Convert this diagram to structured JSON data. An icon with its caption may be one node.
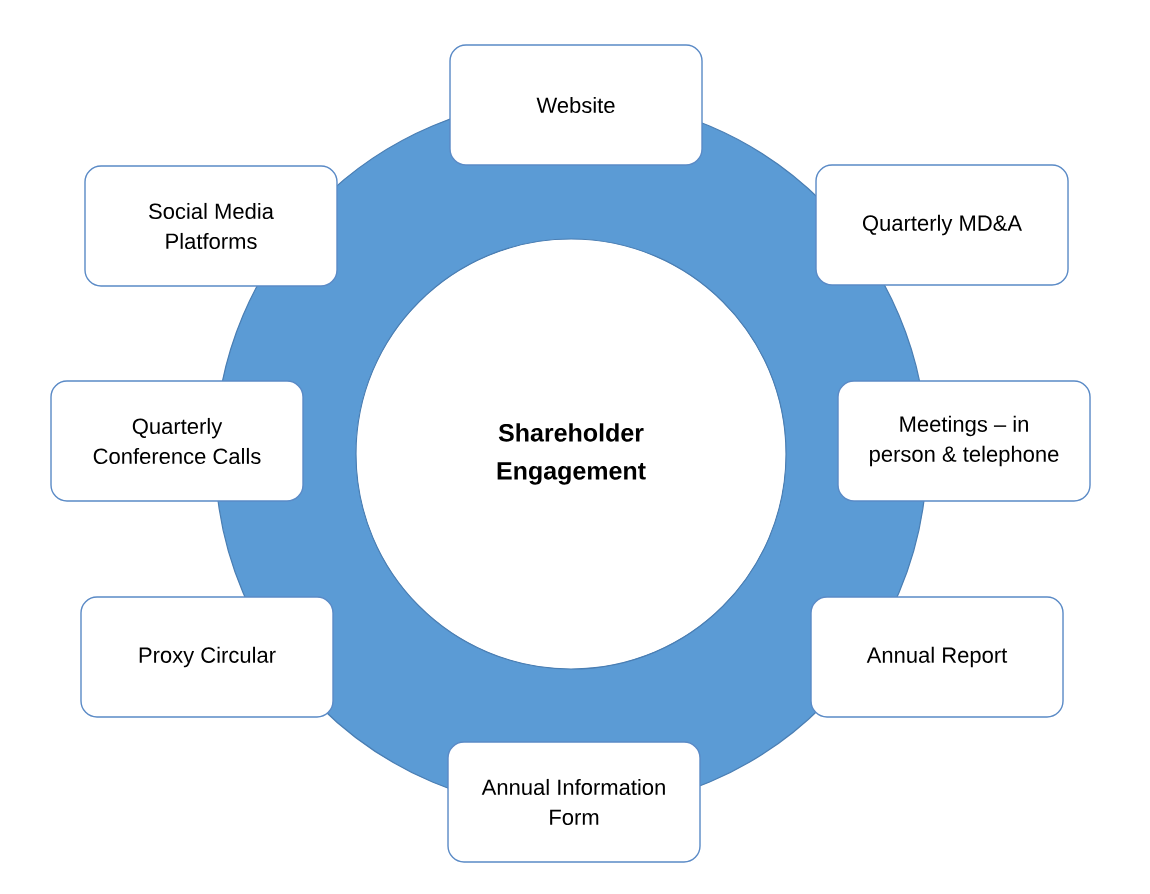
{
  "diagram": {
    "nodes": [
      {
        "text": [
          "Website"
        ]
      },
      {
        "text": [
          "Social Media Platforms"
        ]
      },
      {
        "text": [
          "Quarterly MD&A"
        ]
      },
      {
        "text": [
          "Quarterly Conference Calls"
        ]
      },
      {
        "text": [
          "Shareholder Engagement"
        ]
      },
      {
        "text": [
          "Meetings – in person & telephone"
        ]
      },
      {
        "text": [
          "Proxy Circular"
        ]
      },
      {
        "text": [
          "Annual Report"
        ]
      },
      {
        "text": [
          "Annual Information Form"
        ]
      }
    ]
  }
}
